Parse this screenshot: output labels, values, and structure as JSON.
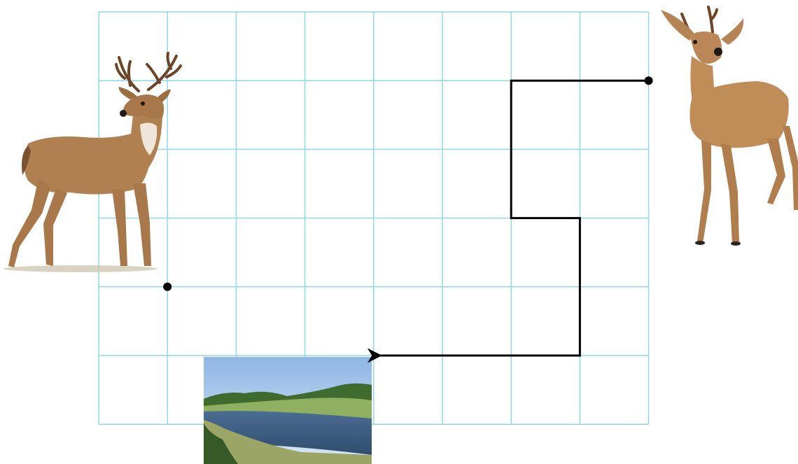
{
  "grid": {
    "columns": 8,
    "rows": 6,
    "line_color": "#8fd8ec"
  },
  "path": {
    "start_point": [
      8,
      1
    ],
    "moves": [
      [
        "left",
        2
      ],
      [
        "down",
        2
      ],
      [
        "right",
        1
      ],
      [
        "down",
        2
      ],
      [
        "left",
        3
      ]
    ],
    "line_color": "#000000"
  },
  "other_point": [
    1,
    4
  ],
  "figures": {
    "left_figure": "deer-with-antlers",
    "right_figure": "young-deer",
    "bottom_figure": "pond-landscape"
  },
  "colors": {
    "deer_body": "#b5814a",
    "deer_dark": "#7a5230",
    "sky": "#a9c8ea",
    "water": "#3d5f86",
    "grass": "#6f9b46"
  }
}
